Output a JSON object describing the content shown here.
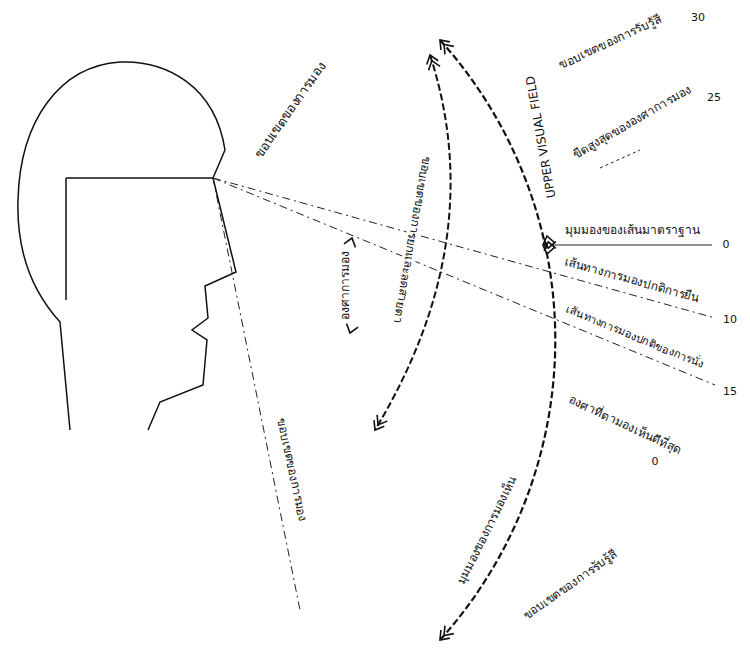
{
  "diagram": {
    "labels": [
      "ขอบเขตของการมอง",
      "ขอบเขตของการรับรู้สี",
      "30",
      "ขีดสูงสุดขององศาการมอง",
      "25",
      "UPPER VISUAL FIELD",
      "มุมมองของเส้นมาตราฐาน",
      "0",
      "เส้นทางการมองปกติการยืน",
      "10",
      "เส้นทางการมองปกติของการนั่ง",
      "15",
      "องศาที่ตามองเห็นดีที่สุด",
      "0",
      "องศาการมอง",
      "ขอบเขตของการยกและลดสายตา",
      "มุมมองของการมองเห็น",
      "ขอบเขตของการรับรู้สี",
      "ขอบเขตของการมอง"
    ]
  }
}
